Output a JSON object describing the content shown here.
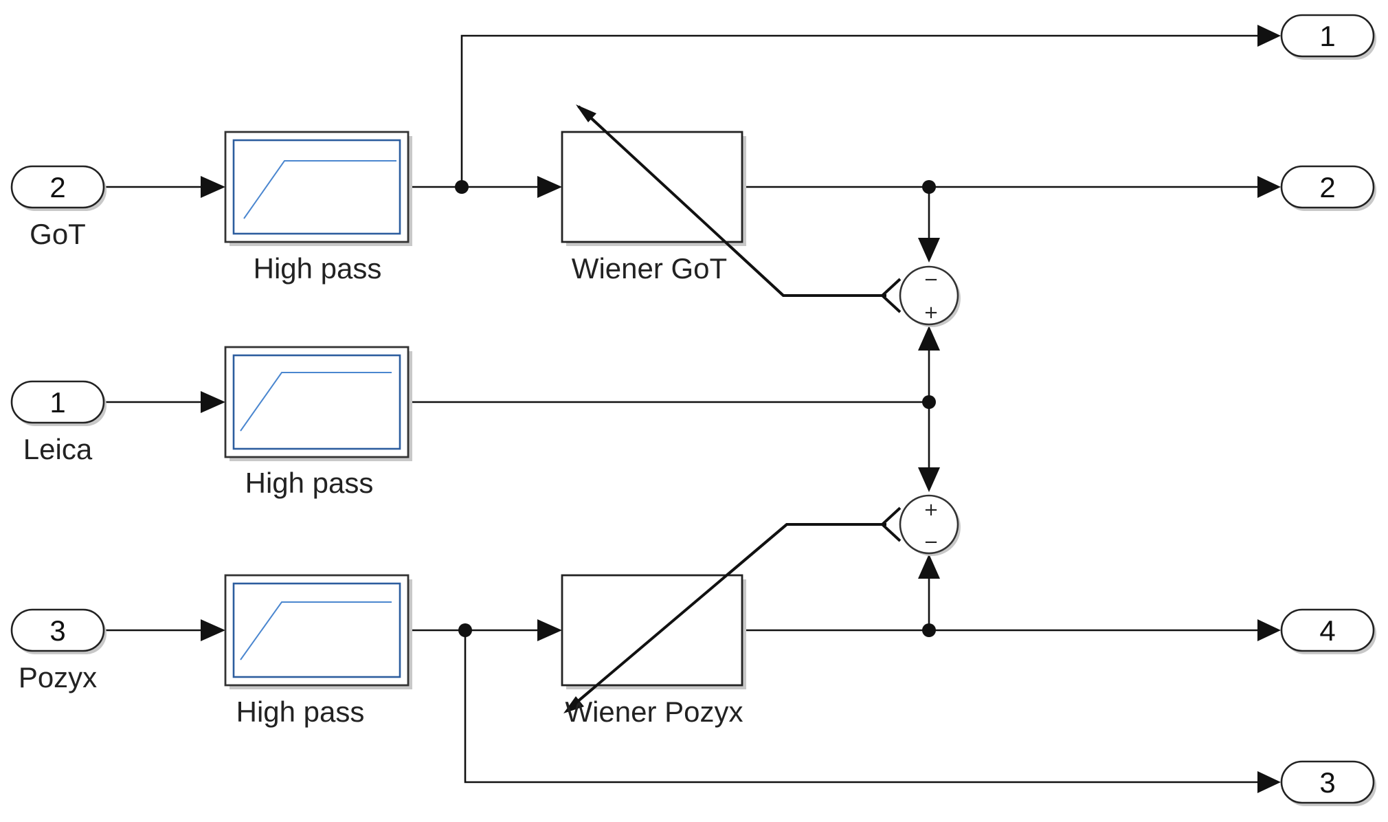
{
  "inports": [
    {
      "id": "got",
      "number": "2",
      "label": "GoT"
    },
    {
      "id": "leica",
      "number": "1",
      "label": "Leica"
    },
    {
      "id": "pozyx",
      "number": "3",
      "label": "Pozyx"
    }
  ],
  "outports": [
    {
      "id": "out1",
      "number": "1"
    },
    {
      "id": "out2",
      "number": "2"
    },
    {
      "id": "out4",
      "number": "4"
    },
    {
      "id": "out3",
      "number": "3"
    }
  ],
  "highpass_blocks": [
    {
      "id": "hp-got",
      "label": "High pass"
    },
    {
      "id": "hp-leica",
      "label": "High pass"
    },
    {
      "id": "hp-pozyx",
      "label": "High pass"
    }
  ],
  "wiener_blocks": [
    {
      "id": "wiener-got",
      "label": "Wiener GoT"
    },
    {
      "id": "wiener-pozyx",
      "label": "Wiener Pozyx"
    }
  ],
  "sum_blocks": [
    {
      "id": "sum-top",
      "signs": [
        "−",
        "+"
      ]
    },
    {
      "id": "sum-bottom",
      "signs": [
        "+",
        "−"
      ]
    }
  ]
}
